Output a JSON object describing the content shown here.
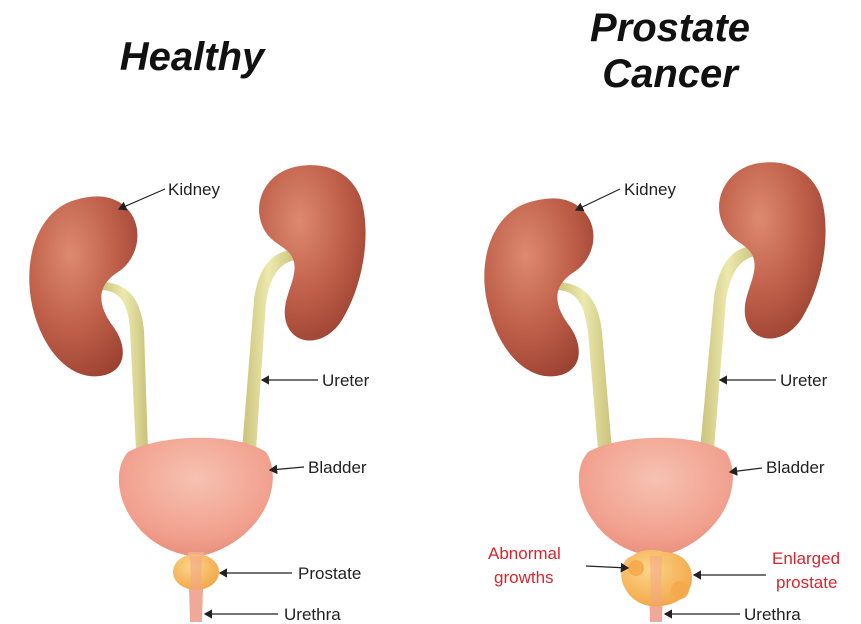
{
  "panels": {
    "healthy": {
      "title": "Healthy",
      "labels": {
        "kidney": "Kidney",
        "ureter": "Ureter",
        "bladder": "Bladder",
        "prostate": "Prostate",
        "urethra": "Urethra"
      }
    },
    "cancer": {
      "title_line1": "Prostate",
      "title_line2": "Cancer",
      "labels": {
        "kidney": "Kidney",
        "ureter": "Ureter",
        "bladder": "Bladder",
        "abnormal_line1": "Abnormal",
        "abnormal_line2": "growths",
        "enlarged_line1": "Enlarged",
        "enlarged_line2": "prostate",
        "urethra": "Urethra"
      }
    }
  },
  "colors": {
    "kidney": "#b85240",
    "kidney_highlight": "#d87a62",
    "ureter": "#dfdc98",
    "bladder": "#f2a897",
    "prostate": "#f7b95a",
    "urethra": "#f0a898",
    "highlight_label": "#d7262d"
  }
}
